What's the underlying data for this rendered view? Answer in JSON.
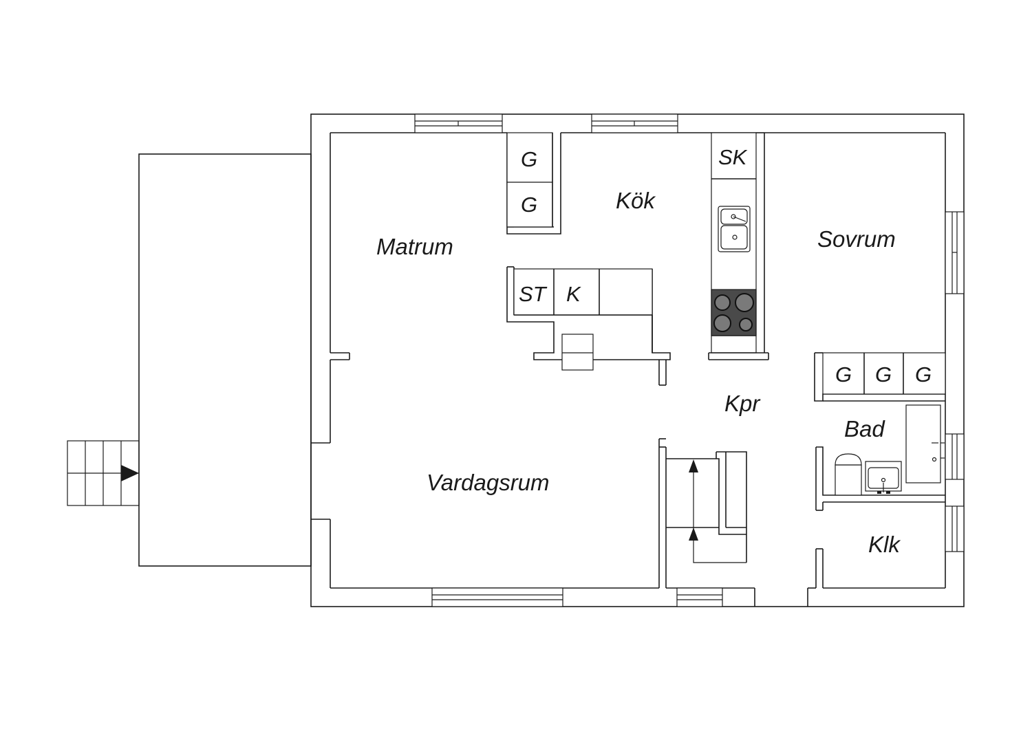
{
  "rooms": {
    "matrum": "Matrum",
    "kok": "Kök",
    "sovrum": "Sovrum",
    "kpr": "Kpr",
    "bad": "Bad",
    "vardagsrum": "Vardagsrum",
    "klk": "Klk"
  },
  "fixtures": {
    "garderob": "G",
    "skap": "SK",
    "stove_top": "ST",
    "kyl": "K"
  },
  "colors": {
    "line": "#1a1a1a",
    "background": "#ffffff",
    "stove": "#4a4a4a"
  }
}
